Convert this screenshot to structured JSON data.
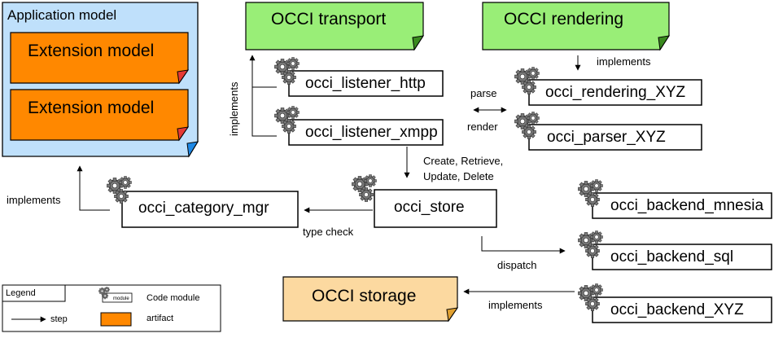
{
  "diagram": {
    "application_model": "Application model",
    "extension_model_1": "Extension model",
    "extension_model_2": "Extension model",
    "occi_transport": "OCCI transport",
    "occi_rendering": "OCCI rendering",
    "occi_storage": "OCCI storage",
    "modules": {
      "listener_http": "occi_listener_http",
      "listener_xmpp": "occi_listener_xmpp",
      "rendering_xyz": "occi_rendering_XYZ",
      "parser_xyz": "occi_parser_XYZ",
      "category_mgr": "occi_category_mgr",
      "store": "occi_store",
      "backend_mnesia": "occi_backend_mnesia",
      "backend_sql": "occi_backend_sql",
      "backend_xyz": "occi_backend_XYZ"
    },
    "edges": {
      "implements_transport": "implements",
      "implements_rendering": "implements",
      "implements_app": "implements",
      "implements_storage": "implements",
      "parse": "parse",
      "render": "render",
      "crud_line1": "Create, Retrieve,",
      "crud_line2": "Update, Delete",
      "type_check": "type check",
      "dispatch": "dispatch"
    }
  },
  "legend": {
    "title": "Legend",
    "code_module": "Code module",
    "module_icon_text": "module",
    "step": "step",
    "artifact": "artifact"
  },
  "colors": {
    "app_model_fill": "#bfe0fb",
    "extension_fill": "#ff8800",
    "transport_fill": "#99ee77",
    "storage_fill": "#fcd9a0",
    "module_fill": "#ffffff",
    "corner_green": "#3a8a1f",
    "corner_blue": "#1e88e5",
    "corner_red": "#e53935"
  }
}
